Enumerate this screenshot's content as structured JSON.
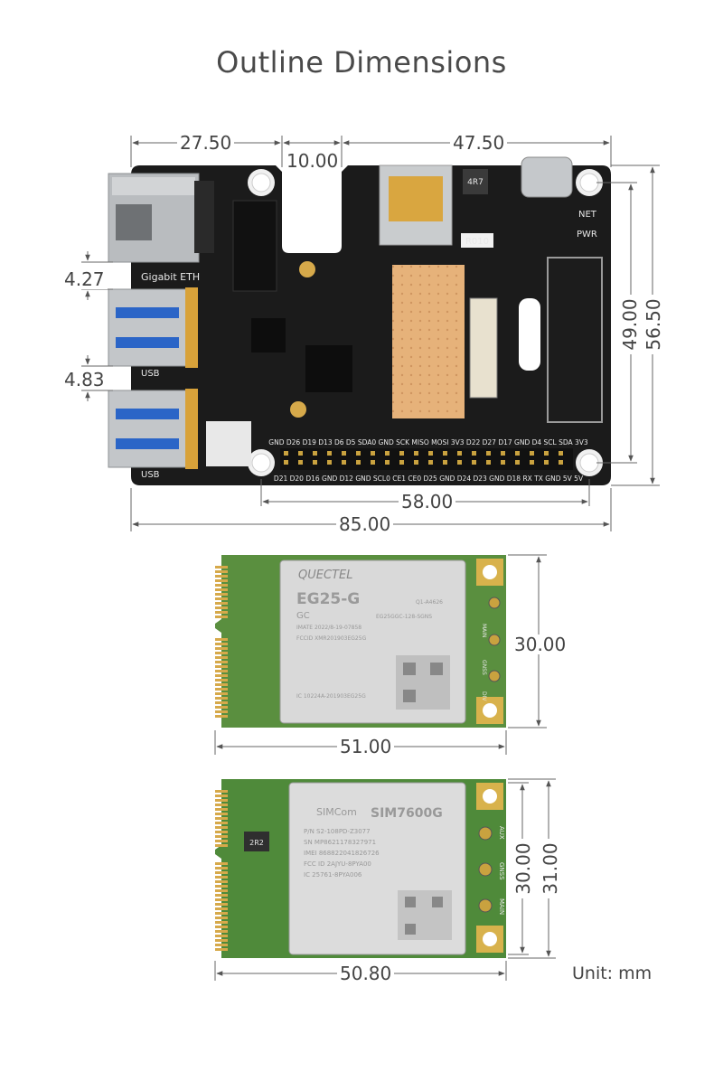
{
  "title": "Outline Dimensions",
  "unit_label": "Unit: mm",
  "board": {
    "dims": {
      "top_left": "27.50",
      "top_gap": "10.00",
      "top_right": "47.50",
      "left_eth_usb": "4.27",
      "left_usb_usb": "4.83",
      "right_inner": "49.00",
      "right_outer": "56.50",
      "hole_span": "58.00",
      "total_width": "85.00"
    },
    "labels": {
      "eth": "Gigabit ETH",
      "usb1": "USB",
      "usb2": "USB",
      "net": "NET",
      "pwr": "PWR",
      "resistor": "R010",
      "inductor": "4R7",
      "gpio_top": "GND D26 D19 D13 D6 D5 SDA0 GND SCK MISO MOSI 3V3 D22 D27 D17 GND D4 SCL SDA 3V3",
      "gpio_bottom": "D21 D20 D16 GND D12 GND SCL0 CE1 CE0 D25 GND D24 D23 GND D18 RX TX GND 5V 5V"
    }
  },
  "module1": {
    "dims": {
      "height": "30.00",
      "width": "51.00"
    },
    "labels": {
      "brand": "QUECTEL",
      "model": "EG25-G",
      "variant": "GC",
      "line1": "EG25GGC-128-SGNS",
      "line2": "Q1-A4626",
      "line3": "IMATE 2022/8-19-07858",
      "line4": "FCCID XMR201903EG25G",
      "line5": "IC 10224A-201903EG25G",
      "main": "MAIN",
      "gnss": "GNSS",
      "div": "DIV"
    }
  },
  "module2": {
    "dims": {
      "inner": "30.00",
      "outer": "31.00",
      "width": "50.80"
    },
    "labels": {
      "brand": "SIMCom",
      "model": "SIM7600G",
      "line1": "P/N S2-108PD-Z3077",
      "line2": "SN MP8621178327971",
      "line3": "IMEI 868822041826726",
      "line4": "FCC ID 2AJYU-8PYA00",
      "line5": "IC 25761-8PYA006",
      "aux": "AUX",
      "gnss": "GNSS",
      "main": "MAIN",
      "chip": "2R2"
    }
  }
}
